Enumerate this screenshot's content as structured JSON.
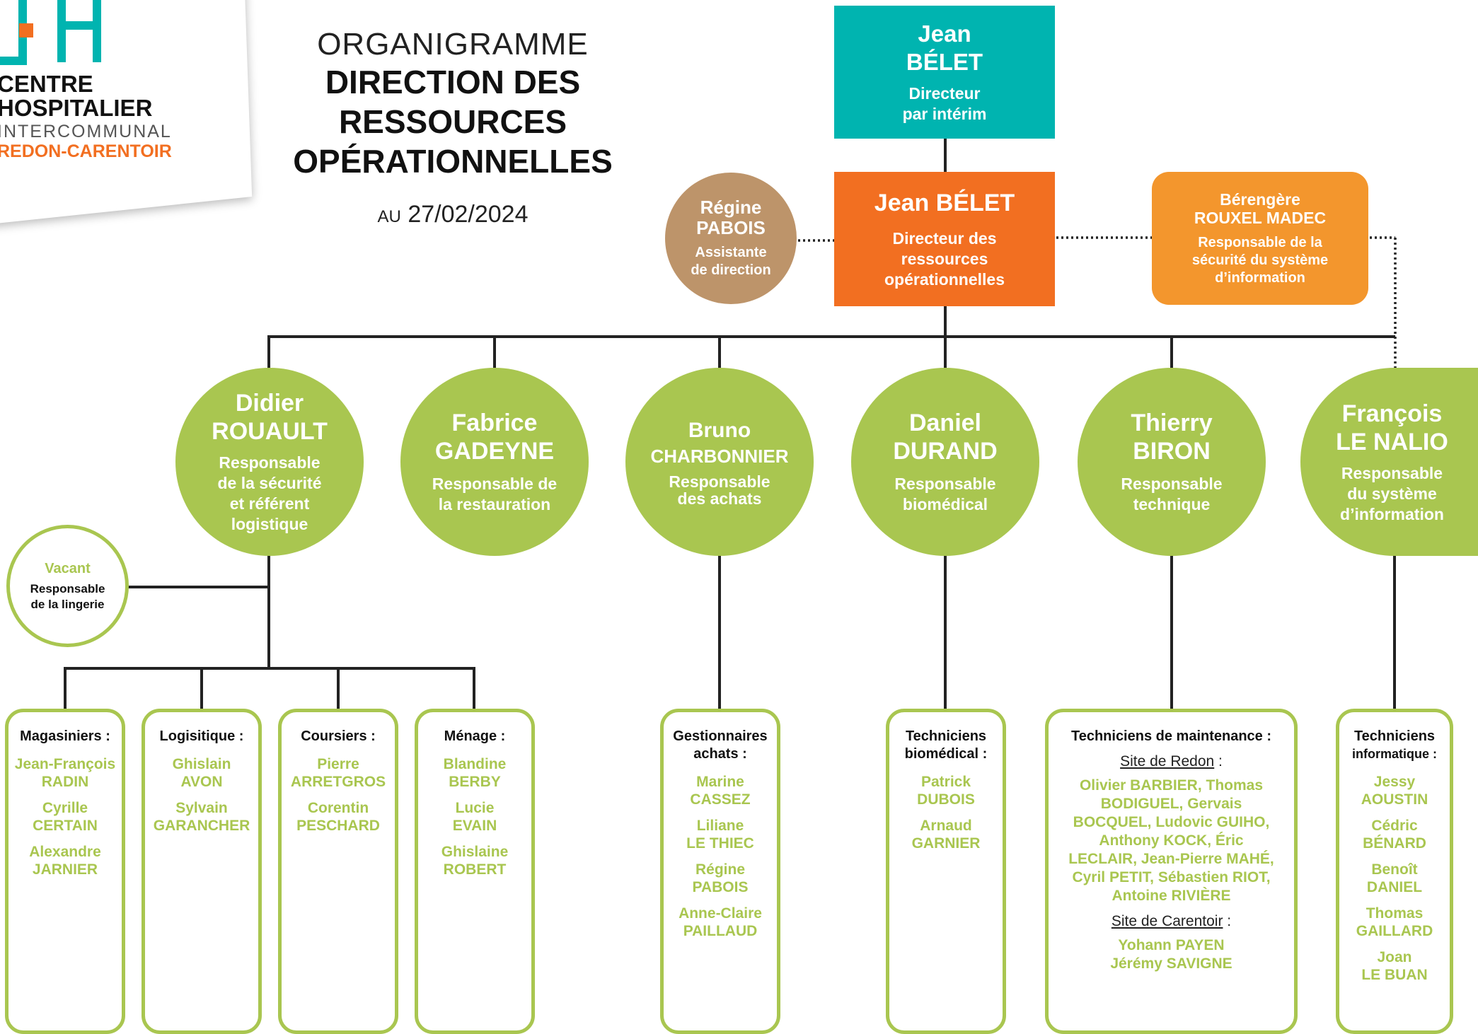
{
  "logo": {
    "line1": "CENTRE",
    "line2": "HOSPITALIER",
    "line3": "INTERCOMMUNAL",
    "line4": "REDON-CARENTOIR",
    "colors": {
      "teal": "#00b4b0",
      "orange": "#f26f21"
    }
  },
  "title": {
    "line1": "ORGANIGRAMME",
    "line2": "DIRECTION DES",
    "line3": "RESSOURCES",
    "line4": "OPÉRATIONNELLES",
    "date_prefix": "AU",
    "date": "27/02/2024"
  },
  "director_interim": {
    "first": "Jean",
    "last": "BÉLET",
    "role1": "Directeur",
    "role2": "par intérim",
    "color": "#00b4b0"
  },
  "director": {
    "name": "Jean BÉLET",
    "role1": "Directeur des",
    "role2": "ressources",
    "role3": "opérationnelles",
    "color": "#f26f21"
  },
  "assistant": {
    "first": "Régine",
    "last": "PABOIS",
    "role1": "Assistante",
    "role2": "de direction",
    "color": "#bd946a"
  },
  "rssi": {
    "first": "Bérengère",
    "last": "ROUXEL MADEC",
    "role1": "Responsable de la",
    "role2": "sécurité du système",
    "role3": "d’information",
    "color": "#f3962d"
  },
  "managers": [
    {
      "first": "Didier",
      "last": "ROUAULT",
      "role": [
        "Responsable",
        "de la sécurité",
        "et référent",
        "logistique"
      ]
    },
    {
      "first": "Fabrice",
      "last": "GADEYNE",
      "role": [
        "Responsable de",
        "la restauration"
      ]
    },
    {
      "first": "Bruno",
      "last": "CHARBONNIER",
      "role": [
        "Responsable",
        "des achats"
      ]
    },
    {
      "first": "Daniel",
      "last": "DURAND",
      "role": [
        "Responsable",
        "biomédical"
      ]
    },
    {
      "first": "Thierry",
      "last": "BIRON",
      "role": [
        "Responsable",
        "technique"
      ]
    },
    {
      "first": "François",
      "last": "LE NALIO",
      "role": [
        "Responsable",
        "du système",
        "d’information"
      ]
    }
  ],
  "lingerie": {
    "status": "Vacant",
    "role1": "Responsable",
    "role2": "de la lingerie"
  },
  "teams": {
    "magasiniers": {
      "title": "Magasiniers :",
      "members": [
        [
          "Jean-François",
          "RADIN"
        ],
        [
          "Cyrille",
          "CERTAIN"
        ],
        [
          "Alexandre",
          "JARNIER"
        ]
      ]
    },
    "logistique": {
      "title": "Logisitique :",
      "members": [
        [
          "Ghislain",
          "AVON"
        ],
        [
          "Sylvain",
          "GARANCHER"
        ]
      ]
    },
    "coursiers": {
      "title": "Coursiers :",
      "members": [
        [
          "Pierre",
          "ARRETGROS"
        ],
        [
          "Corentin",
          "PESCHARD"
        ]
      ]
    },
    "menage": {
      "title": "Ménage :",
      "members": [
        [
          "Blandine",
          "BERBY"
        ],
        [
          "Lucie",
          "EVAIN"
        ],
        [
          "Ghislaine",
          "ROBERT"
        ]
      ]
    },
    "achats": {
      "title1": "Gestionnaires",
      "title2": "achats :",
      "members": [
        [
          "Marine",
          "CASSEZ"
        ],
        [
          "Liliane",
          "LE THIEC"
        ],
        [
          "Régine",
          "PABOIS"
        ],
        [
          "Anne-Claire",
          "PAILLAUD"
        ]
      ]
    },
    "biomedical": {
      "title1": "Techniciens",
      "title2": "biomédical :",
      "members": [
        [
          "Patrick",
          "DUBOIS"
        ],
        [
          "Arnaud",
          "GARNIER"
        ]
      ]
    },
    "maintenance": {
      "title": "Techniciens de maintenance :",
      "site1": "Site de Redon",
      "site1_names": [
        "Olivier BARBIER, Thomas",
        "BODIGUEL, Gervais",
        "BOCQUEL, Ludovic GUIHO,",
        "Anthony KOCK, Éric",
        "LECLAIR, Jean-Pierre MAHÉ,",
        "Cyril PETIT, Sébastien RIOT,",
        "Antoine RIVIÈRE"
      ],
      "site2": "Site de Carentoir",
      "site2_names": [
        "Yohann PAYEN",
        "Jérémy SAVIGNE"
      ],
      "colon": " :"
    },
    "informatique": {
      "title1": "Techniciens",
      "title2": "informatique :",
      "members": [
        [
          "Jessy",
          "AOUSTIN"
        ],
        [
          "Cédric",
          "BÉNARD"
        ],
        [
          "Benoît",
          "DANIEL"
        ],
        [
          "Thomas",
          "GAILLARD"
        ],
        [
          "Joan",
          "LE BUAN"
        ]
      ]
    }
  }
}
